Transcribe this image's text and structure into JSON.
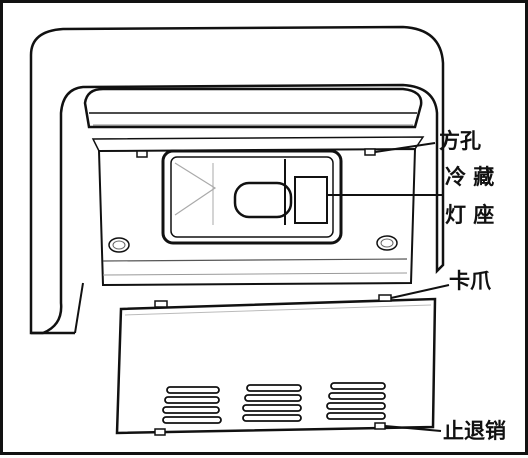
{
  "labels": {
    "square_hole": "方孔",
    "lamp_socket_line1": "冷 藏",
    "lamp_socket_line2": "灯 座",
    "clip": "卡爪",
    "stop_pin": "止退销"
  }
}
